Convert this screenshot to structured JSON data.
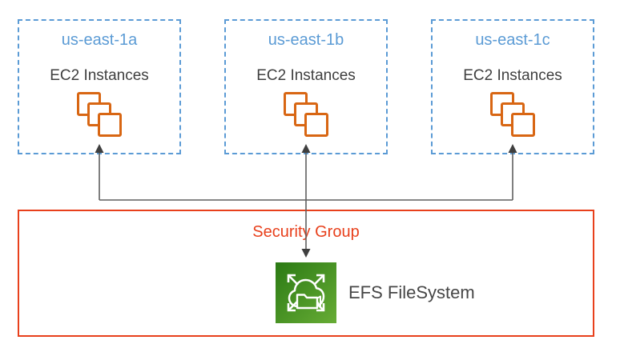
{
  "zones": [
    {
      "label": "us-east-1a",
      "service_label": "EC2 Instances",
      "icon": "ec2-instances-icon"
    },
    {
      "label": "us-east-1b",
      "service_label": "EC2 Instances",
      "icon": "ec2-instances-icon"
    },
    {
      "label": "us-east-1c",
      "service_label": "EC2 Instances",
      "icon": "ec2-instances-icon"
    }
  ],
  "security_group": {
    "label": "Security Group"
  },
  "efs": {
    "label": "EFS FileSystem",
    "icon": "efs-filesystem-icon"
  },
  "connections": [
    {
      "from": "EFS FileSystem",
      "to": "EC2 Instances (us-east-1a)",
      "arrowheads": "at EC2 end"
    },
    {
      "from": "EFS FileSystem",
      "to": "EC2 Instances (us-east-1b)",
      "arrowheads": "both ends"
    },
    {
      "from": "EFS FileSystem",
      "to": "EC2 Instances (us-east-1c)",
      "arrowheads": "at EC2 end"
    }
  ],
  "colors": {
    "zone_border_blue": "#5B9BD5",
    "zone_label_blue": "#5B9BD5",
    "dark_text": "#3F3F3F",
    "ec2_icon_orange": "#D86613",
    "security_group_red": "#E8401C",
    "efs_green_dark": "#2B7A14",
    "efs_green_light": "#67AC35",
    "connector_gray": "#5F5F5F",
    "arrowhead_dark": "#3F3F3F"
  }
}
